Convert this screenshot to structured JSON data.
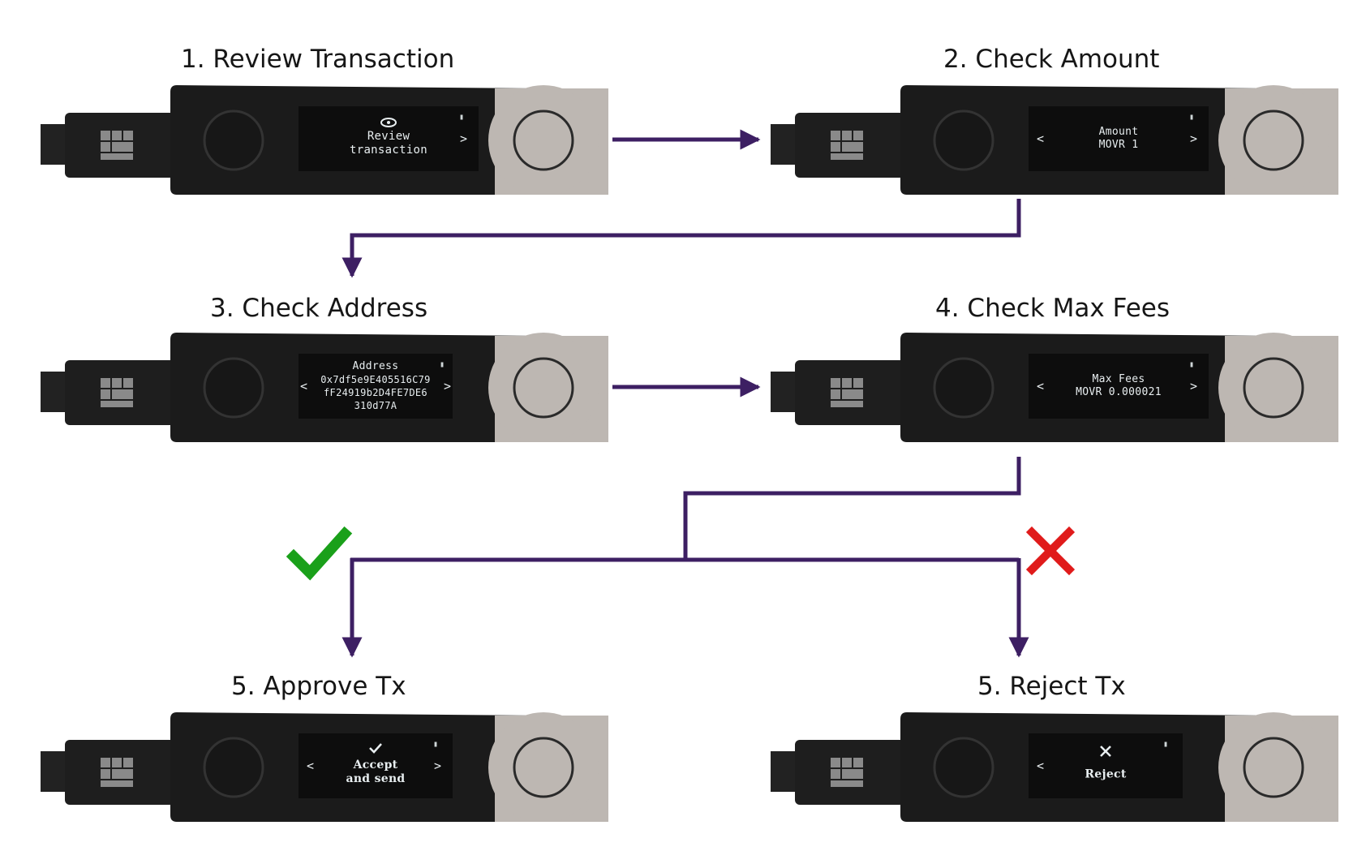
{
  "colors": {
    "arrow": "#3d1f63",
    "approve": "#1aa01a",
    "reject": "#e01b1b",
    "device_body": "#1b1b1b",
    "swivel": "#bdb7b2"
  },
  "steps": [
    {
      "title": "1. Review Transaction",
      "screen": {
        "icon": "eye-icon",
        "lines": [
          "Review",
          "transaction"
        ],
        "left_chevron": "",
        "right_chevron": ">",
        "battery": "▮"
      }
    },
    {
      "title": "2. Check Amount",
      "screen": {
        "icon": "",
        "lines": [
          "Amount",
          "MOVR 1"
        ],
        "left_chevron": "<",
        "right_chevron": ">",
        "battery": "▮"
      }
    },
    {
      "title": "3. Check Address",
      "screen": {
        "icon": "",
        "lines": [
          "Address",
          "0x7df5e9E405516C79",
          "fF24919b2D4FE7DE6",
          "310d77A"
        ],
        "left_chevron": "<",
        "right_chevron": ">",
        "battery": "▮"
      }
    },
    {
      "title": "4. Check Max Fees",
      "screen": {
        "icon": "",
        "lines": [
          "Max Fees",
          "MOVR 0.000021"
        ],
        "left_chevron": "<",
        "right_chevron": ">",
        "battery": "▮"
      }
    },
    {
      "title": "5. Approve Tx",
      "screen": {
        "icon": "check-icon",
        "lines": [
          "Accept",
          "and send"
        ],
        "left_chevron": "<",
        "right_chevron": ">",
        "battery": "▮"
      }
    },
    {
      "title": "5. Reject Tx",
      "screen": {
        "icon": "x-icon",
        "lines": [
          "Reject"
        ],
        "left_chevron": "<",
        "right_chevron": "",
        "battery": "▮"
      }
    }
  ],
  "markers": {
    "approve_icon": "checkmark-icon",
    "reject_icon": "cross-icon"
  }
}
